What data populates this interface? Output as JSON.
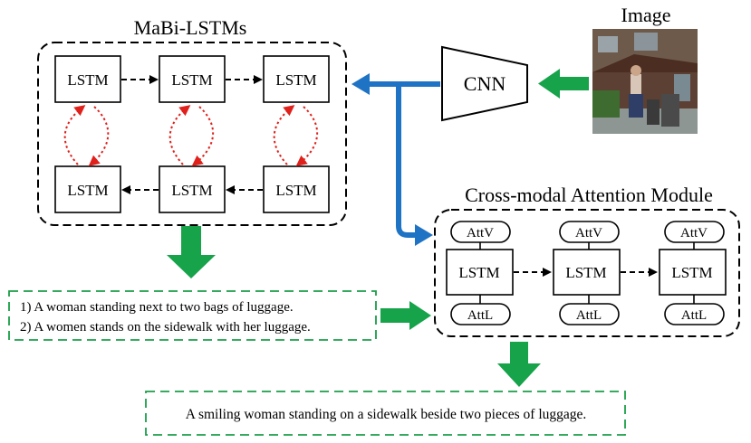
{
  "title_mabi": "MaBi-LSTMs",
  "title_image": "Image",
  "title_cam": "Cross-modal Attention Module",
  "cnn_label": "CNN",
  "lstm_label": "LSTM",
  "attv_label": "AttV",
  "attl_label": "AttL",
  "captions": {
    "line1": "1) A woman standing next to two bags of luggage.",
    "line2": "2) A women stands on the sidewalk with her luggage.",
    "final": "A smiling woman standing on a sidewalk beside two pieces of luggage."
  },
  "colors": {
    "green": "#16a34a",
    "blue": "#1f73c4",
    "red": "#e0201b"
  }
}
